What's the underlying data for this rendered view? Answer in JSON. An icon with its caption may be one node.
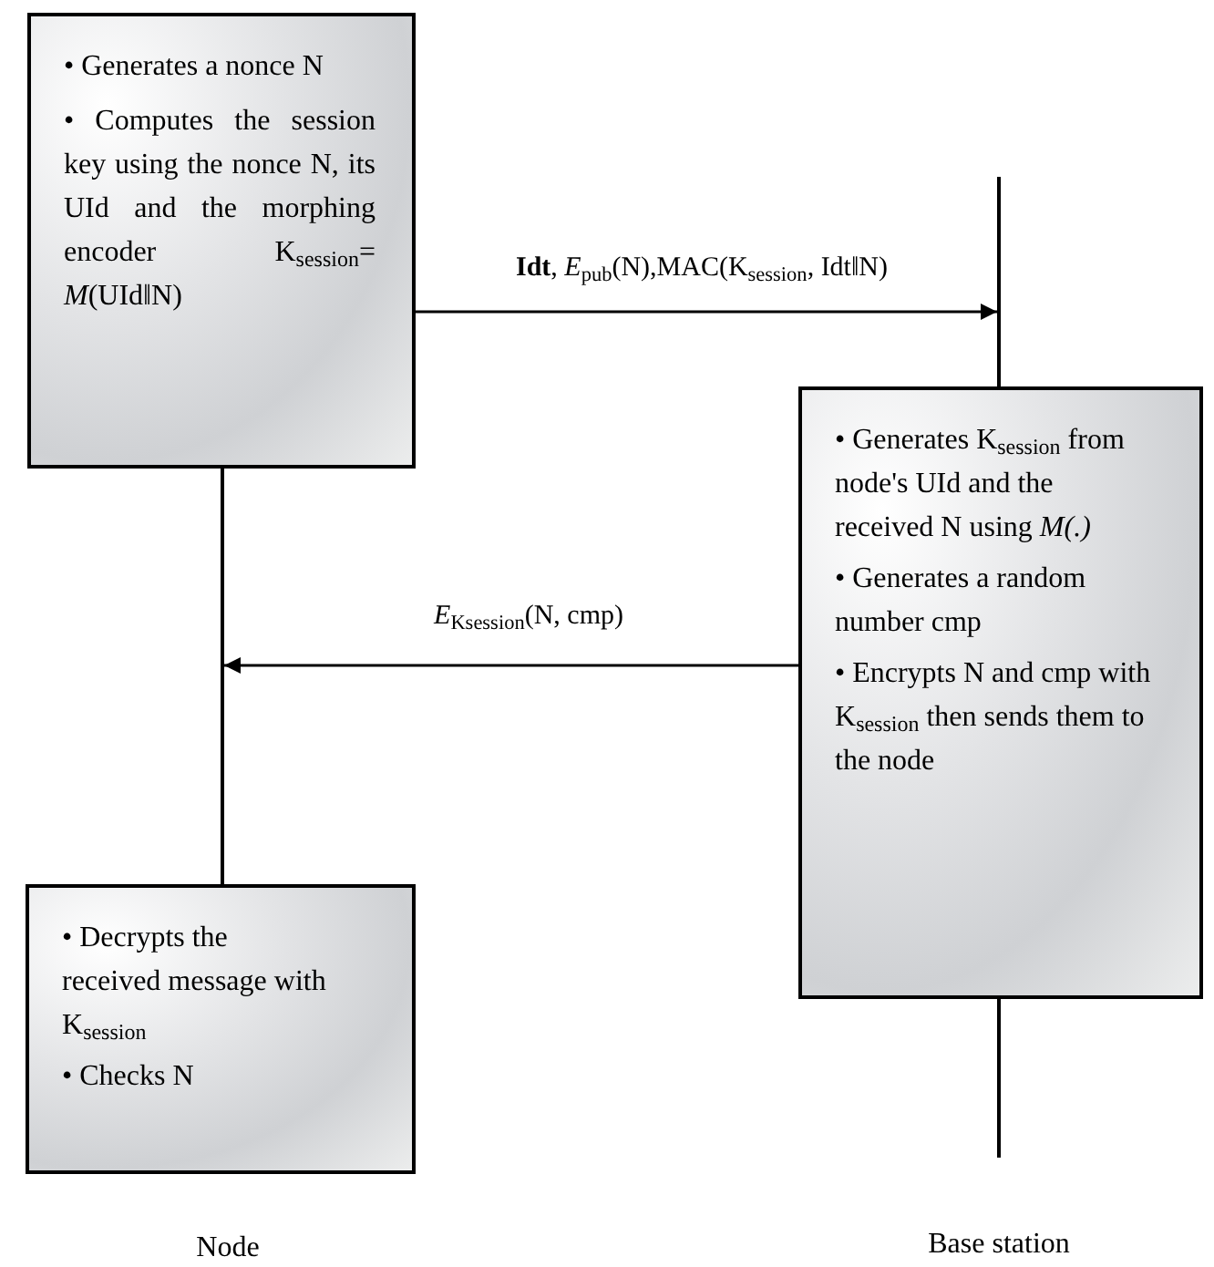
{
  "diagram": {
    "nodes": [
      {
        "text": [
          "• Generates a nonce N",
          "• Computes the session key using the nonce N, its UId and the morphing encoder K$_{session}$= *M*(UId‖N)"
        ]
      },
      {
        "text": [],
        "shape": "bar"
      },
      {
        "text": [
          "• Generates K$_{session}$ from node's UId and the received N using *M(.)*",
          "• Generates a random number cmp",
          "• Encrypts N and cmp with K$_{session}$ then sends them to the node"
        ]
      },
      {
        "text": [],
        "shape": "bar"
      },
      {
        "text": [
          "• Decrypts the received message with K$_{session}$",
          "• Checks N"
        ]
      },
      {
        "text": [],
        "shape": "bar"
      }
    ],
    "edges": [
      {
        "from": 0,
        "to": 1,
        "arrow": "to",
        "label": "**Idt**, *E*$_{pub}$(N),MAC(K$_{session}$,  Idt‖N)"
      },
      {
        "from": 2,
        "to": 3,
        "arrow": "to",
        "label": "*E*$_{Ksession}$(N, cmp)"
      }
    ],
    "labels": [
      "Node",
      "Base station"
    ]
  }
}
